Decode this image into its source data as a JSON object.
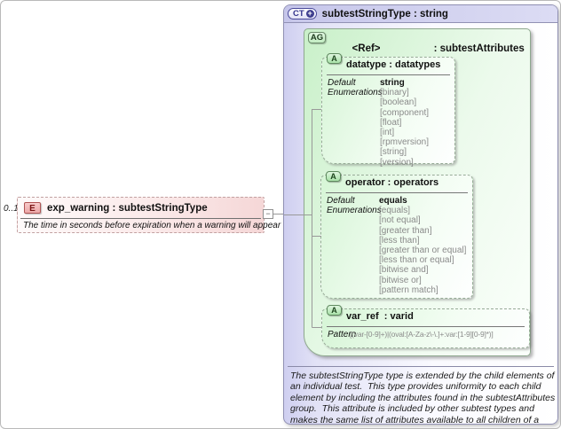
{
  "element": {
    "occurrence": "0..1",
    "badge": "E",
    "title": "exp_warning : subtestStringType",
    "annotation": "The time in seconds before expiration when a warning will appear"
  },
  "icons": {
    "collapse_toggle": "−",
    "ct_plus": "+"
  },
  "complex_type": {
    "badge": "CT",
    "title": "subtestStringType : string",
    "documentation": "The subtestStringType type is extended by the child elements of an individual test.  This type provides uniformity to each child element by including the attributes found in the subtestAttributes group.  This attribute is included by other subtest types and makes the same list of attributes available to all children of a test.  This specific type describes simple string data."
  },
  "attribute_group": {
    "badge": "AG",
    "name": "<Ref>",
    "type_label": ": subtestAttributes"
  },
  "attributes": {
    "datatype": {
      "badge": "A",
      "title": "datatype : datatypes",
      "default_label": "Default",
      "enumerations_label": "Enumerations",
      "default": "string",
      "enumerations": [
        "[binary]",
        "[boolean]",
        "[component]",
        "[float]",
        "[int]",
        "[rpmversion]",
        "[string]",
        "[version]"
      ]
    },
    "operator": {
      "badge": "A",
      "title": "operator : operators",
      "default_label": "Default",
      "enumerations_label": "Enumerations",
      "default": "equals",
      "enumerations": [
        "[equals]",
        "[not equal]",
        "[greater than]",
        "[less than]",
        "[greater than or equal]",
        "[less than or equal]",
        "[bitwise and]",
        "[bitwise or]",
        "[pattern match]"
      ]
    },
    "var_ref": {
      "badge": "A",
      "title": "var_ref  : varid",
      "pattern_label": "Pattern",
      "pattern": "[(var-[0-9]+)|(oval:[A-Za-z\\-\\.]+:var:[1-9][0-9]*)]"
    }
  }
}
